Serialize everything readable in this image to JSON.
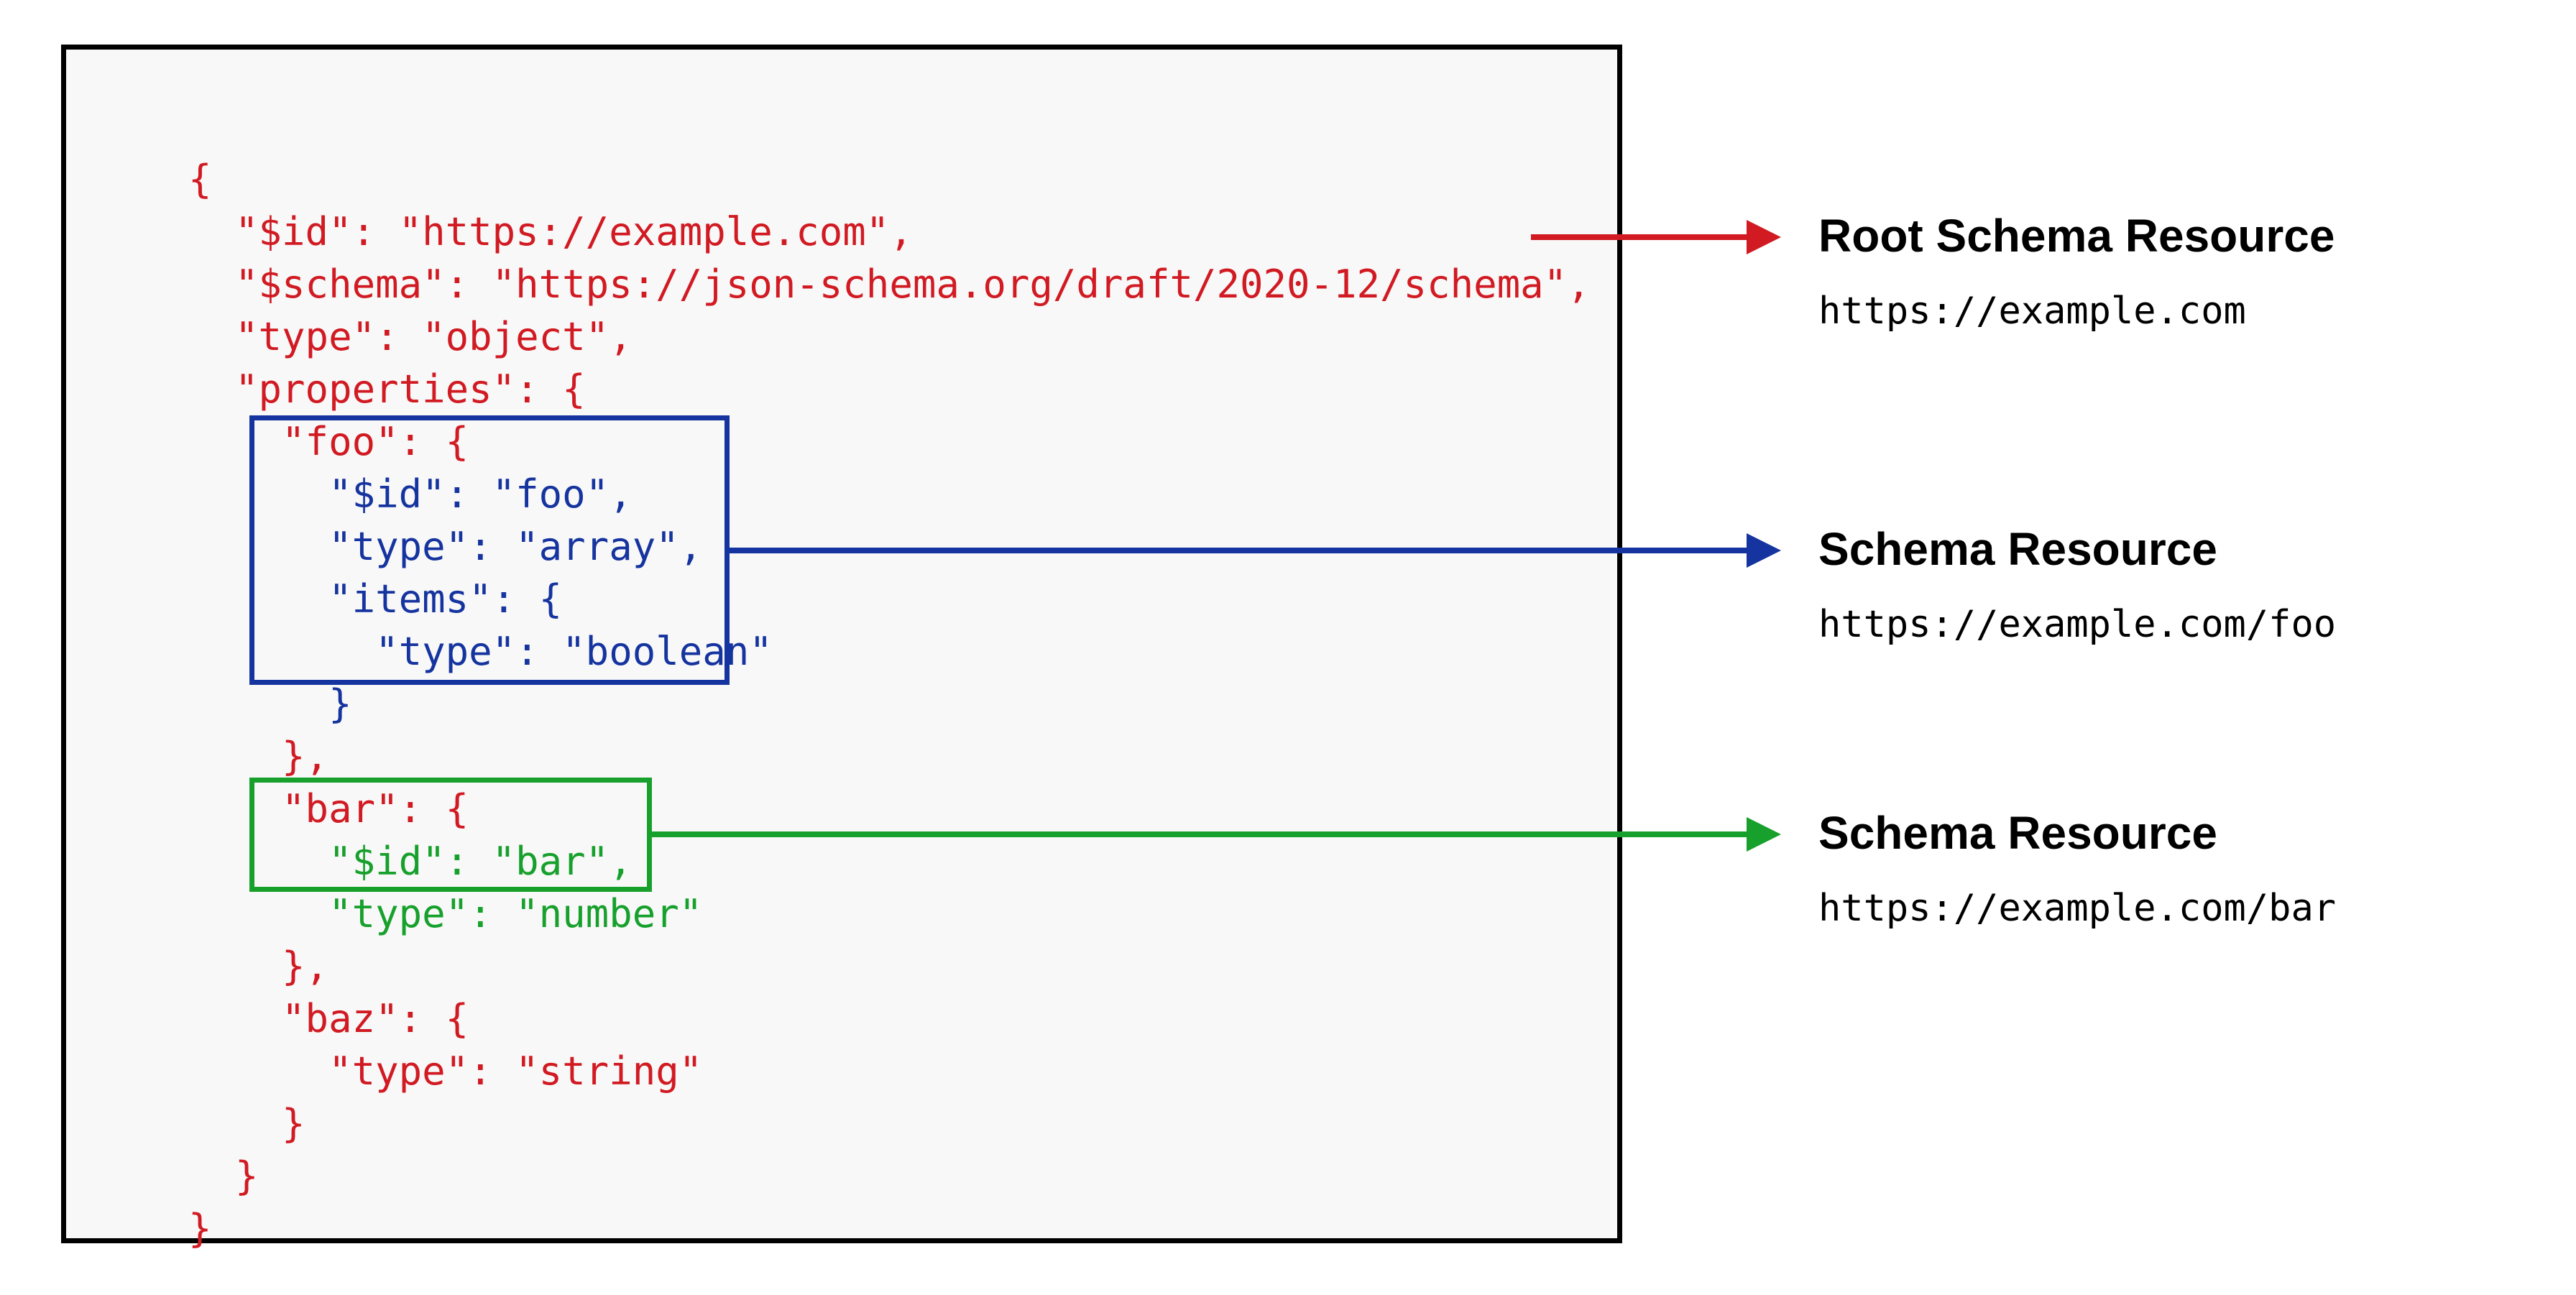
{
  "colors": {
    "red": "#d11a22",
    "blue": "#16349f",
    "green": "#17a02c",
    "black": "#000000",
    "panel_background": "#f8f8f8"
  },
  "code_panel": {
    "lines": [
      {
        "text": "{",
        "color": "#d11a22"
      },
      {
        "text": "  \"$id\": \"https://example.com\",",
        "color": "#d11a22"
      },
      {
        "text": "  \"$schema\": \"https://json-schema.org/draft/2020-12/schema\",",
        "color": "#d11a22"
      },
      {
        "text": "  \"type\": \"object\",",
        "color": "#d11a22"
      },
      {
        "text": "  \"properties\": {",
        "color": "#d11a22"
      },
      {
        "text": "    \"foo\": {",
        "color": "#d11a22"
      },
      {
        "text": "      \"$id\": \"foo\",",
        "color": "#16349f"
      },
      {
        "text": "      \"type\": \"array\",",
        "color": "#16349f"
      },
      {
        "text": "      \"items\": {",
        "color": "#16349f"
      },
      {
        "text": "        \"type\": \"boolean\"",
        "color": "#16349f"
      },
      {
        "text": "      }",
        "color": "#16349f"
      },
      {
        "text": "    },",
        "color": "#d11a22"
      },
      {
        "text": "    \"bar\": {",
        "color": "#d11a22"
      },
      {
        "text": "      \"$id\": \"bar\",",
        "color": "#17a02c"
      },
      {
        "text": "      \"type\": \"number\"",
        "color": "#17a02c"
      },
      {
        "text": "    },",
        "color": "#d11a22"
      },
      {
        "text": "    \"baz\": {",
        "color": "#d11a22"
      },
      {
        "text": "      \"type\": \"string\"",
        "color": "#d11a22"
      },
      {
        "text": "    }",
        "color": "#d11a22"
      },
      {
        "text": "  }",
        "color": "#d11a22"
      },
      {
        "text": "}",
        "color": "#d11a22"
      }
    ]
  },
  "annotations": [
    {
      "title": "Root Schema Resource",
      "url": "https://example.com",
      "color": "#d11a22"
    },
    {
      "title": "Schema Resource",
      "url": "https://example.com/foo",
      "color": "#16349f"
    },
    {
      "title": "Schema Resource",
      "url": "https://example.com/bar",
      "color": "#17a02c"
    }
  ]
}
